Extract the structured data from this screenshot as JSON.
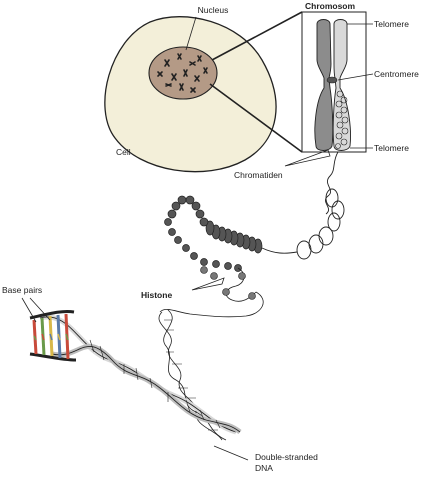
{
  "labels": {
    "nucleus": "Nucleus",
    "chromosome": "Chromosom",
    "telomere_top": "Telomere",
    "centromere": "Centromere",
    "telomere_bottom": "Telomere",
    "cell": "Cell",
    "chromatid": "Chromatiden",
    "base_pairs": "Base pairs",
    "histone": "Histone",
    "dsdna_line1": "Double-stranded",
    "dsdna_line2": "DNA"
  },
  "colors": {
    "cell_fill": "#f3efd9",
    "nucleus_fill": "#b49a86",
    "chromosome_fill": "#8c8c8c",
    "outline": "#222222",
    "base_pair_red": "#c84a3a",
    "base_pair_green": "#6a9a4a",
    "base_pair_yellow": "#d8b84a",
    "base_pair_blue": "#5a7aa8"
  }
}
